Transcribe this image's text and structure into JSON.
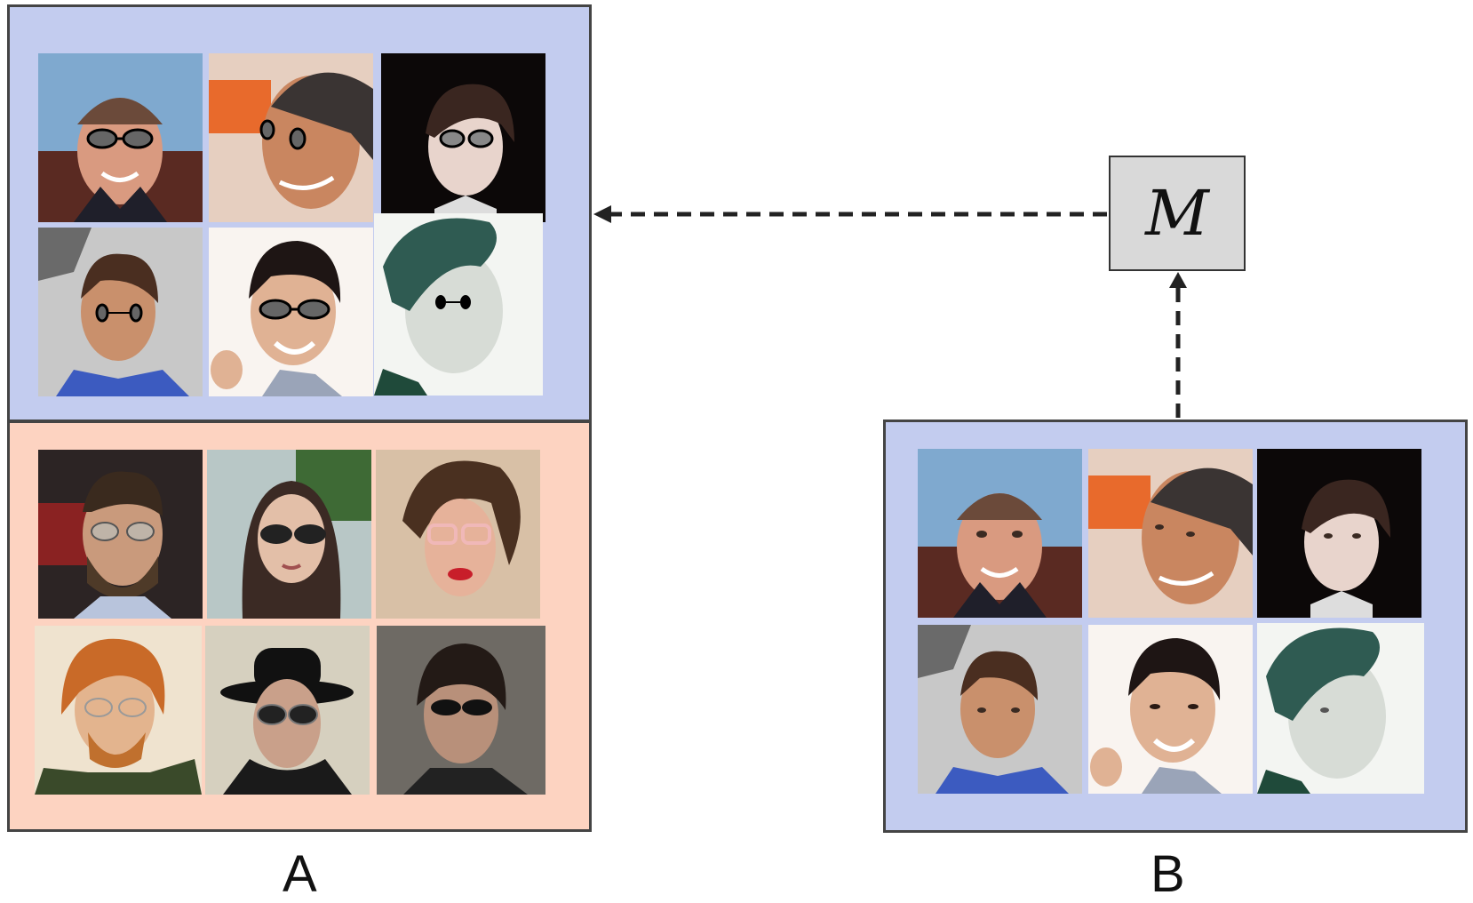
{
  "model_box": {
    "label": "M"
  },
  "labels": {
    "a": "A",
    "b": "B"
  },
  "colors": {
    "panel_blue": "#c3ccef",
    "panel_salmon": "#fdd3c1",
    "model_box_fill": "#d9d9d9",
    "border": "#444444",
    "arrow": "#222222"
  },
  "icons": {
    "arrow_head": "triangle-arrowhead"
  }
}
